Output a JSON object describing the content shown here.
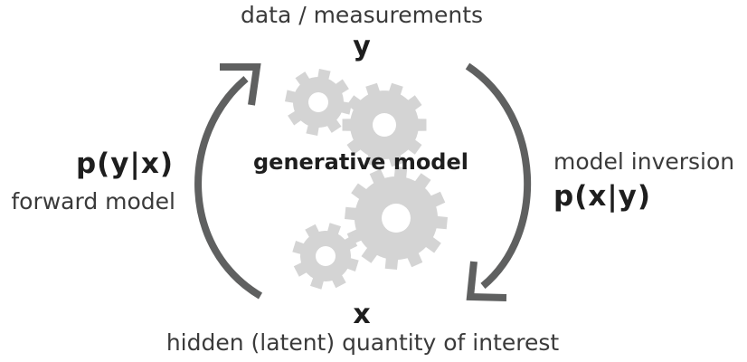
{
  "diagram": {
    "top": {
      "caption": "data / measurements",
      "symbol": "y"
    },
    "bottom": {
      "symbol": "x",
      "caption": "hidden (latent) quantity of interest"
    },
    "left": {
      "formula": "p(y|x)",
      "caption": "forward model"
    },
    "right": {
      "caption": "model inversion",
      "formula": "p(x|y)"
    },
    "center": {
      "label": "generative model"
    },
    "icons": [
      "gear-icon",
      "gear-icon",
      "gear-icon",
      "gear-icon",
      "arrow-icon",
      "arrow-icon"
    ],
    "colors": {
      "arrow": "#5f6060",
      "gear": "#d4d4d4",
      "text": "#222222"
    }
  }
}
